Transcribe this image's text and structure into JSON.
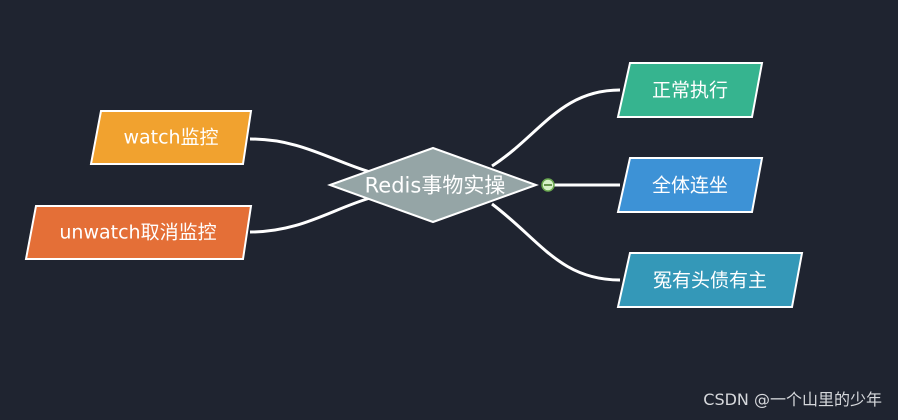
{
  "center": {
    "label": "Redis事物实操",
    "color": "#95a5a6"
  },
  "left_nodes": [
    {
      "label": "watch监控",
      "color": "#f1a22f"
    },
    {
      "label": "unwatch取消监控",
      "color": "#e46f37"
    }
  ],
  "right_nodes": [
    {
      "label": "正常执行",
      "color": "#36b48f"
    },
    {
      "label": "全体连坐",
      "color": "#3d92d6"
    },
    {
      "label": "冤有头债有主",
      "color": "#3498b8"
    }
  ],
  "collapse_icon": "minus-circle-icon",
  "watermark": "CSDN @一个山里的少年"
}
